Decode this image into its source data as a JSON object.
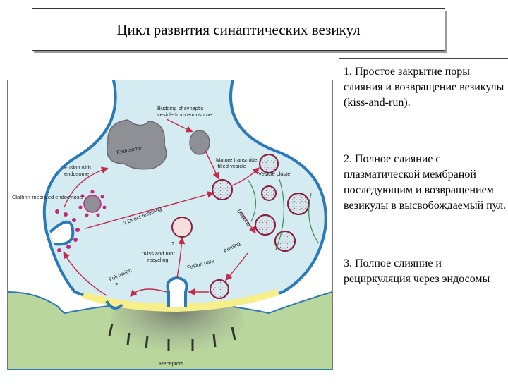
{
  "title": "Цикл развития синаптических везикул",
  "items": [
    {
      "text": "1.   Простое закрытие поры слияния и возвращение везикулы (kiss-and-run)."
    },
    {
      "text": "2.    Полное слияние с плазматической мембраной  последующим и возвращением везикулы в высвобождаемый пул."
    },
    {
      "text": "3.    Полное слияние и рециркуляция через эндосомы"
    }
  ],
  "figure": {
    "labels": {
      "budding": "Budding of synaptic",
      "budding2": "vesicle from endosome",
      "endosome": "Endosome",
      "fusion_endosome": "Fusion with",
      "fusion_endosome2": "endosome",
      "clathrin": "Clathrin-mediated endocytosis",
      "mature": "Mature transmitter",
      "mature2": "-filled vesicle",
      "docking": "Docking",
      "direct": "? Direct recycling",
      "kiss": "\"Kiss and run\"",
      "kiss2": "recycling",
      "q1": "?",
      "q2": "?",
      "full_fusion": "Full fusion",
      "fusion_pore": "Fusion pore",
      "priming": "Priming",
      "vesicle_cluster": "Vesicle cluster",
      "receptors": "Receptors"
    },
    "colors": {
      "cytoplasm": "#d4ebf2",
      "membrane": "#2c79b8",
      "postsynaptic": "#b9d79c",
      "active_zone": "#f6ef8a",
      "vesicle": "#f4dede",
      "vesicle_outline": "#8a1f3e",
      "endosome": "#8f8f96",
      "arrow": "#c42a4a"
    }
  }
}
